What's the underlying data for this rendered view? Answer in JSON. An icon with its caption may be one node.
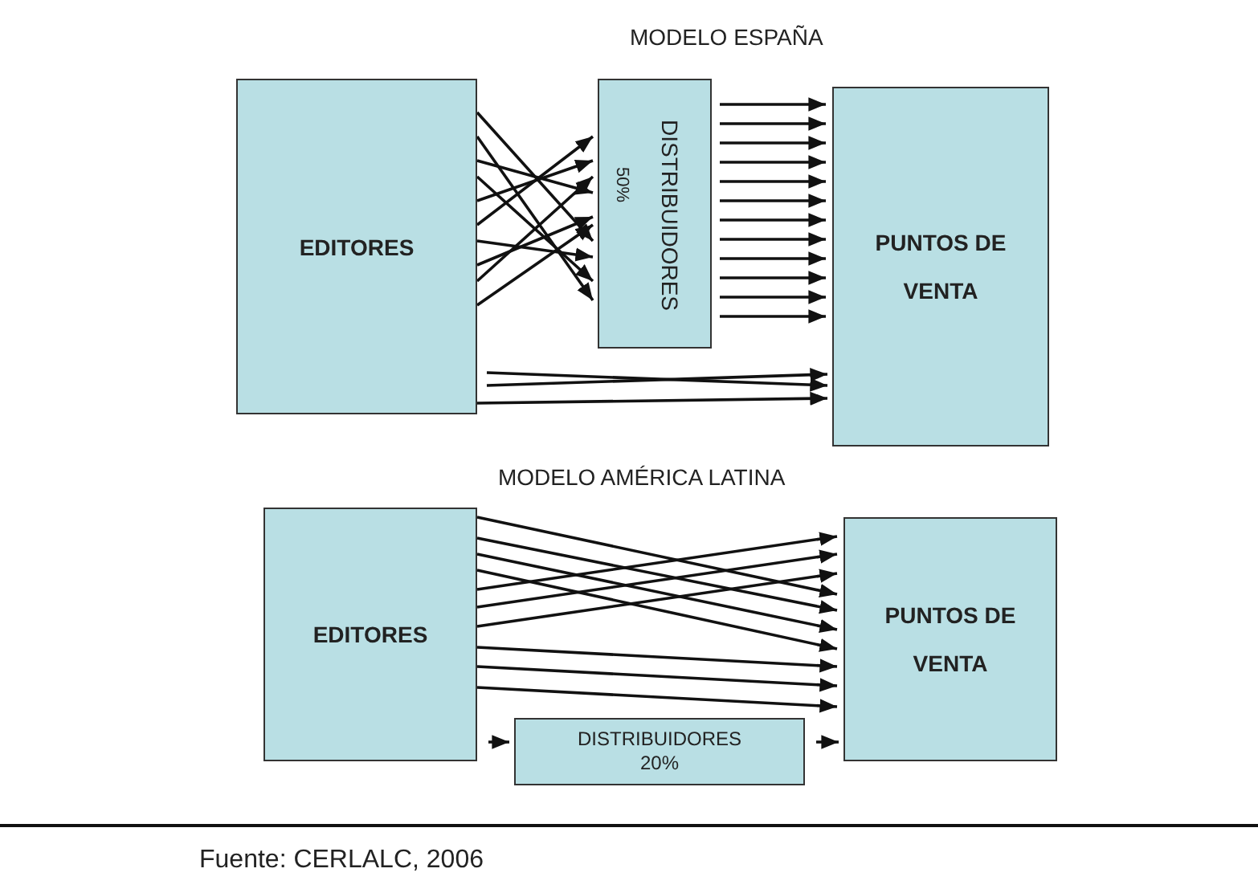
{
  "diagram": {
    "caption": "Fuente: CERLALC, 2006",
    "labels": [
      "MODELO ESPAÑA",
      "MODELO AMÉRICA LATINA"
    ],
    "nodes": [
      {
        "text": [
          "EDITORES"
        ]
      },
      {
        "text": [
          "DISTRIBUIDORES",
          "50%"
        ]
      },
      {
        "text": [
          "PUNTOS DE VENTA"
        ]
      },
      {
        "text": [
          "EDITORES"
        ]
      },
      {
        "text": [
          "PUNTOS DE VENTA"
        ]
      },
      {
        "text": [
          "DISTRIBUIDORES 20%"
        ]
      }
    ],
    "edges": [
      {
        "from": 0,
        "to": 1,
        "arrow": "to"
      },
      {
        "from": 0,
        "to": 1,
        "arrow": "to"
      },
      {
        "from": 0,
        "to": 1,
        "arrow": "to"
      },
      {
        "from": 0,
        "to": 1,
        "arrow": "to"
      },
      {
        "from": 0,
        "to": 1,
        "arrow": "to"
      },
      {
        "from": 0,
        "to": 1,
        "arrow": "to"
      },
      {
        "from": 0,
        "to": 1,
        "arrow": "to"
      },
      {
        "from": 0,
        "to": 1,
        "arrow": "to"
      },
      {
        "from": 0,
        "to": 1,
        "arrow": "to"
      },
      {
        "from": 0,
        "to": 1,
        "arrow": "to"
      },
      {
        "from": 1,
        "to": 2,
        "arrow": "to"
      },
      {
        "from": 1,
        "to": 2,
        "arrow": "to"
      },
      {
        "from": 1,
        "to": 2,
        "arrow": "to"
      },
      {
        "from": 1,
        "to": 2,
        "arrow": "to"
      },
      {
        "from": 1,
        "to": 2,
        "arrow": "to"
      },
      {
        "from": 1,
        "to": 2,
        "arrow": "to"
      },
      {
        "from": 1,
        "to": 2,
        "arrow": "to"
      },
      {
        "from": 1,
        "to": 2,
        "arrow": "to"
      },
      {
        "from": 1,
        "to": 2,
        "arrow": "to"
      },
      {
        "from": 1,
        "to": 2,
        "arrow": "to"
      },
      {
        "from": 1,
        "to": 2,
        "arrow": "to"
      },
      {
        "from": 1,
        "to": 2,
        "arrow": "to"
      },
      {
        "from": 0,
        "to": 2,
        "arrow": "to"
      },
      {
        "from": 0,
        "to": 2,
        "arrow": "to"
      },
      {
        "from": 0,
        "to": 2,
        "arrow": "to"
      },
      {
        "from": 3,
        "to": 4,
        "arrow": "to"
      },
      {
        "from": 3,
        "to": 4,
        "arrow": "to"
      },
      {
        "from": 3,
        "to": 4,
        "arrow": "to"
      },
      {
        "from": 3,
        "to": 4,
        "arrow": "to"
      },
      {
        "from": 3,
        "to": 4,
        "arrow": "to"
      },
      {
        "from": 3,
        "to": 4,
        "arrow": "to"
      },
      {
        "from": 3,
        "to": 4,
        "arrow": "to"
      },
      {
        "from": 3,
        "to": 4,
        "arrow": "to"
      },
      {
        "from": 3,
        "to": 4,
        "arrow": "to"
      },
      {
        "from": 3,
        "to": 4,
        "arrow": "to"
      },
      {
        "from": 3,
        "to": 5,
        "arrow": "to"
      },
      {
        "from": 5,
        "to": 4,
        "arrow": "to"
      }
    ]
  }
}
